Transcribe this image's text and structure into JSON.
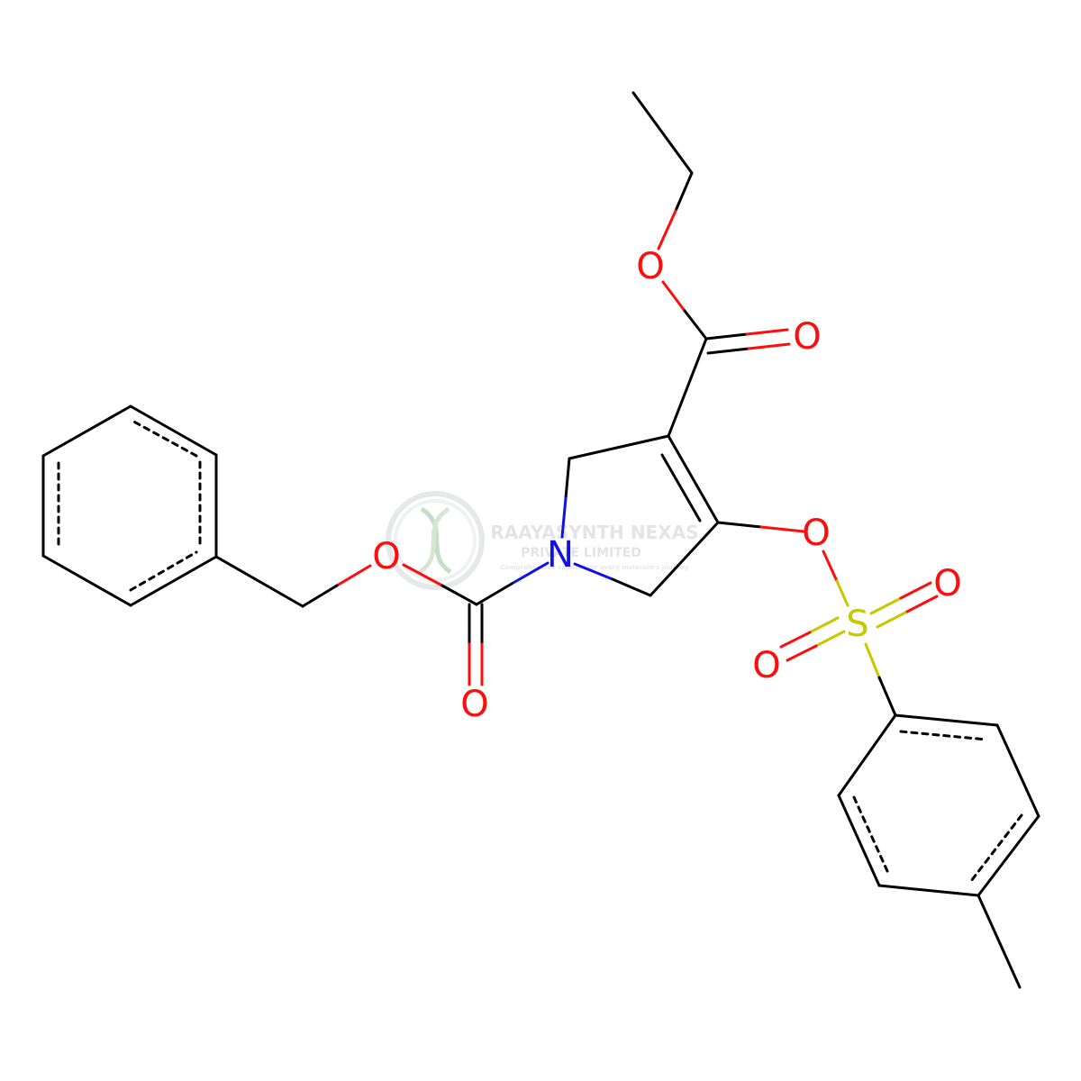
{
  "colors": {
    "carbon": "#000000",
    "oxygen": "#ff0d0d",
    "nitrogen": "#1010e8",
    "sulfur": "#c8c800",
    "watermark": "#bfc4c8"
  },
  "atoms": {
    "o_ester_ether": "O",
    "o_ester_carbonyl": "O",
    "n_ring": "N",
    "o_cbz_ether": "O",
    "o_cbz_carbonyl": "O",
    "o_tosylate": "O",
    "s_sulfonyl": "S",
    "o_sulfonyl_right": "O",
    "o_sulfonyl_left": "O"
  },
  "watermark": {
    "name": "RAAYASYNTH NEXAS",
    "subtitle": "PRIVATE LIMITED",
    "tagline": "Comprehensive support for every molecule's journey"
  }
}
